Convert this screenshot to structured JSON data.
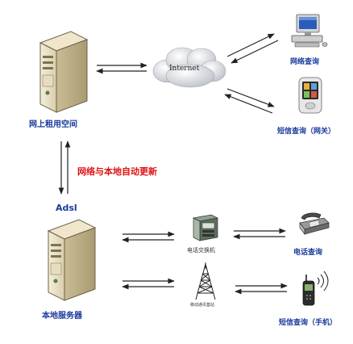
{
  "nodes": {
    "remote_server": {
      "label": "网上租用空间",
      "icon": "server-icon"
    },
    "internet": {
      "label": "Internet",
      "icon": "cloud-icon"
    },
    "pc": {
      "label": "网络查询",
      "icon": "computer-icon"
    },
    "pda": {
      "label": "短信查询（网关）",
      "icon": "pda-icon"
    },
    "sync": {
      "label": "网络与本地自动更新"
    },
    "adsl": {
      "label": "Adsl"
    },
    "local_server": {
      "label": "本地服务器",
      "icon": "server-icon"
    },
    "switch": {
      "label": "电话交换机",
      "icon": "switchboard-icon"
    },
    "tower": {
      "label": "移动通讯基站",
      "icon": "antenna-tower-icon"
    },
    "phone": {
      "label": "电话查询",
      "icon": "telephone-icon"
    },
    "mobile": {
      "label": "短信查询（手机）",
      "icon": "mobile-phone-icon"
    }
  },
  "colors": {
    "label_blue": "#1a3a9c",
    "label_red": "#e01010",
    "arrow": "#222222"
  }
}
